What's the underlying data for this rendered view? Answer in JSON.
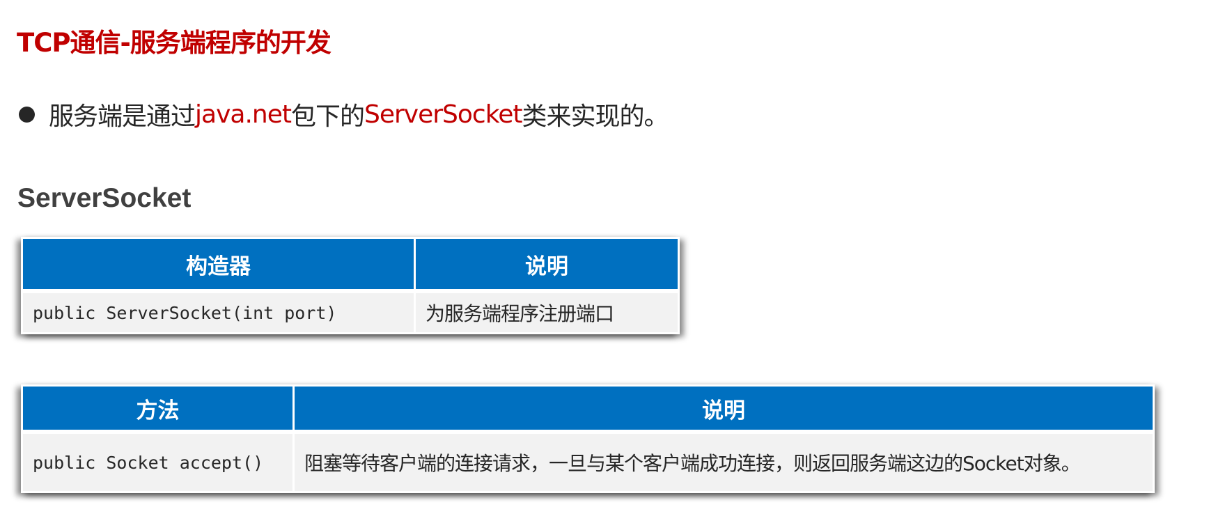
{
  "slide": {
    "title": "TCP通信-服务端程序的开发",
    "bullet": {
      "icon": "bullet-dot-icon",
      "parts": [
        {
          "text": "服务端是通过",
          "highlight": false
        },
        {
          "text": "java.net",
          "highlight": true
        },
        {
          "text": "包下的",
          "highlight": false
        },
        {
          "text": "ServerSocket",
          "highlight": true
        },
        {
          "text": "类来实现的。",
          "highlight": false
        }
      ]
    },
    "subheading": "ServerSocket",
    "colors": {
      "title": "#C00000",
      "highlight": "#C00000",
      "table_header_bg": "#0070C0",
      "table_row_bg": "#F2F2F2",
      "body_text": "#262626"
    }
  },
  "constructor_table": {
    "headers": [
      "构造器",
      "说明"
    ],
    "rows": [
      [
        "public ServerSocket(int port)",
        "为服务端程序注册端口"
      ]
    ]
  },
  "method_table": {
    "headers": [
      "方法",
      "说明"
    ],
    "rows": [
      [
        "public Socket accept()",
        "阻塞等待客户端的连接请求，一旦与某个客户端成功连接，则返回服务端这边的Socket对象。"
      ]
    ]
  }
}
